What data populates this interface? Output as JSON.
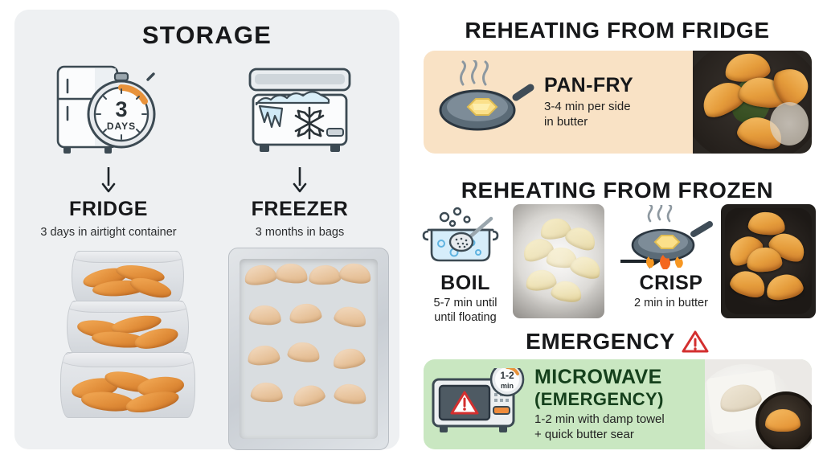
{
  "storage": {
    "title": "STORAGE",
    "columns": [
      {
        "icon": "fridge-timer-icon",
        "label": "FRIDGE",
        "detail": "3 days in airtight container",
        "badge_number": "3",
        "badge_unit": "DAYS",
        "photo_name": "stacked-airtight-containers-photo"
      },
      {
        "icon": "chest-freezer-icon",
        "label": "FREEZER",
        "detail": "3 months in bags",
        "photo_name": "freezer-tray-of-pierogi-photo"
      }
    ]
  },
  "reheat_fridge": {
    "title": "REHEATING FROM FRIDGE",
    "card": {
      "icon": "frying-pan-butter-icon",
      "heading": "PAN-FRY",
      "detail_line1": "3-4 min per side",
      "detail_line2": "in butter",
      "photo_name": "pan-fried-pierogi-skillet-photo",
      "background_color": "#f9e2c5"
    }
  },
  "reheat_frozen": {
    "title": "REHEATING FROM FROZEN",
    "steps": [
      {
        "icon": "boiling-pot-icon",
        "heading": "BOIL",
        "detail_line1": "5-7 min until",
        "detail_line2": "until floating",
        "photo_name": "boiling-pierogi-pot-photo"
      },
      {
        "icon": "frying-pan-flame-icon",
        "heading": "CRISP",
        "detail_line1": "2 min in butter",
        "detail_line2": "",
        "photo_name": "crisped-pierogi-pan-photo"
      }
    ],
    "connector_icon": "arrow-right-icon"
  },
  "emergency": {
    "title": "EMERGENCY",
    "title_icon": "warning-triangle-icon",
    "card": {
      "icon": "microwave-warning-icon",
      "timer_badge_line1": "1-2",
      "timer_badge_line2": "min",
      "heading_line1": "MICROWAVE",
      "heading_line2": "(EMERGENCY)",
      "detail_line1": "1-2 min with damp towel",
      "detail_line2": "+ quick butter sear",
      "photo_name": "microwaved-pierogi-photo",
      "background_color": "#c9e7c1"
    }
  },
  "colors": {
    "panel_background": "#eef0f2",
    "peach_card": "#f9e2c5",
    "green_card": "#c9e7c1",
    "accent_orange": "#e8923a",
    "warning_red": "#d32f2f",
    "ink": "#17181a",
    "line_icon_stroke": "#3c4a53",
    "water_blue": "#cfe9f7"
  }
}
